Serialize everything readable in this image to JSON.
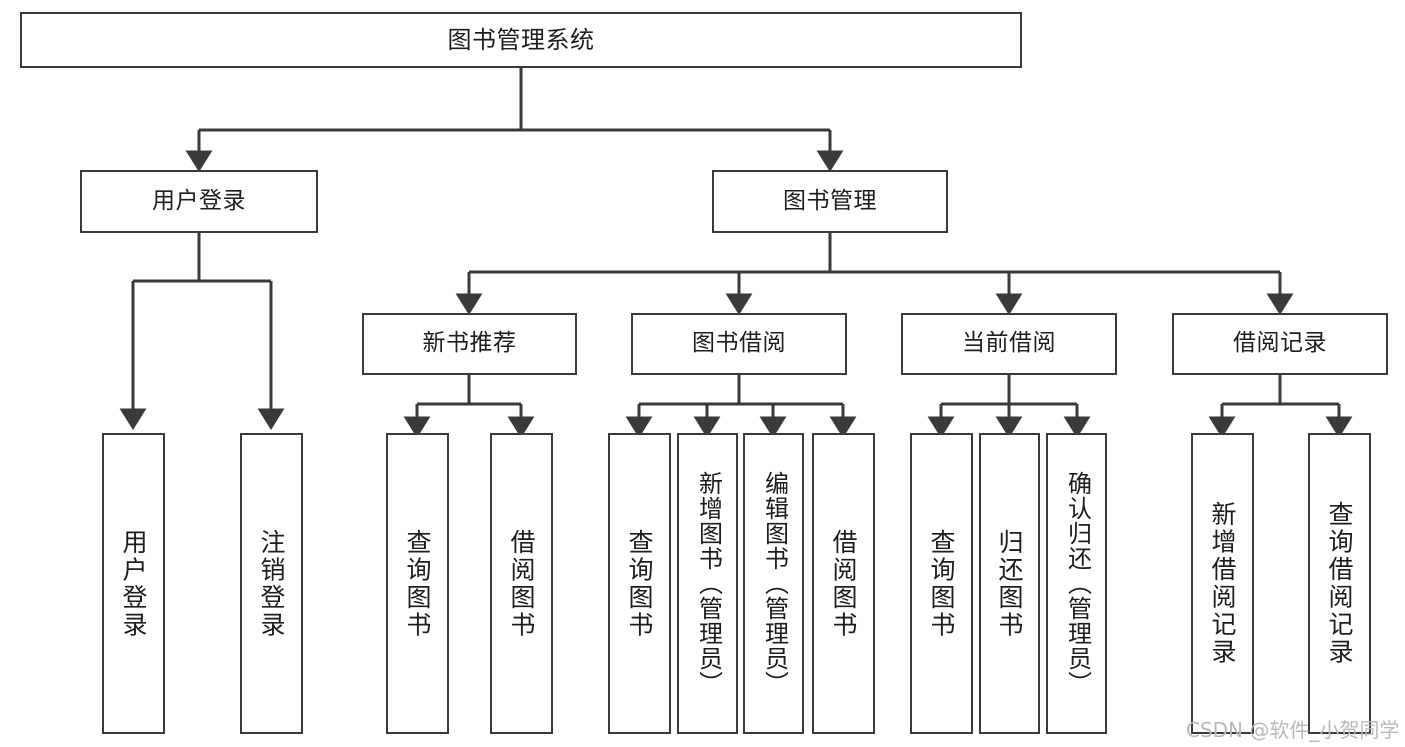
{
  "diagram": {
    "title": "图书管理系统",
    "type": "tree",
    "root": {
      "label": "图书管理系统"
    },
    "level1": [
      {
        "label": "用户登录"
      },
      {
        "label": "图书管理"
      }
    ],
    "level2": [
      {
        "label": "新书推荐"
      },
      {
        "label": "图书借阅"
      },
      {
        "label": "当前借阅"
      },
      {
        "label": "借阅记录"
      }
    ],
    "leaves": {
      "user_login": [
        {
          "label": "用户登录"
        },
        {
          "label": "注销登录"
        }
      ],
      "new_book_recommend": [
        {
          "label": "查询图书"
        },
        {
          "label": "借阅图书"
        }
      ],
      "book_borrow": [
        {
          "label": "查询图书"
        },
        {
          "label": "新增图书（管理员）"
        },
        {
          "label": "编辑图书（管理员）"
        },
        {
          "label": "借阅图书"
        }
      ],
      "current_borrow": [
        {
          "label": "查询图书"
        },
        {
          "label": "归还图书"
        },
        {
          "label": "确认归还（管理员）"
        }
      ],
      "borrow_record": [
        {
          "label": "新增借阅记录"
        },
        {
          "label": "查询借阅记录"
        }
      ]
    }
  },
  "watermark": {
    "text": "CSDN @软件_小贺同学"
  },
  "colors": {
    "border": "#3a3a3a",
    "text": "#1d1d1d",
    "background": "#ffffff",
    "watermark": "#b9b9b9"
  }
}
